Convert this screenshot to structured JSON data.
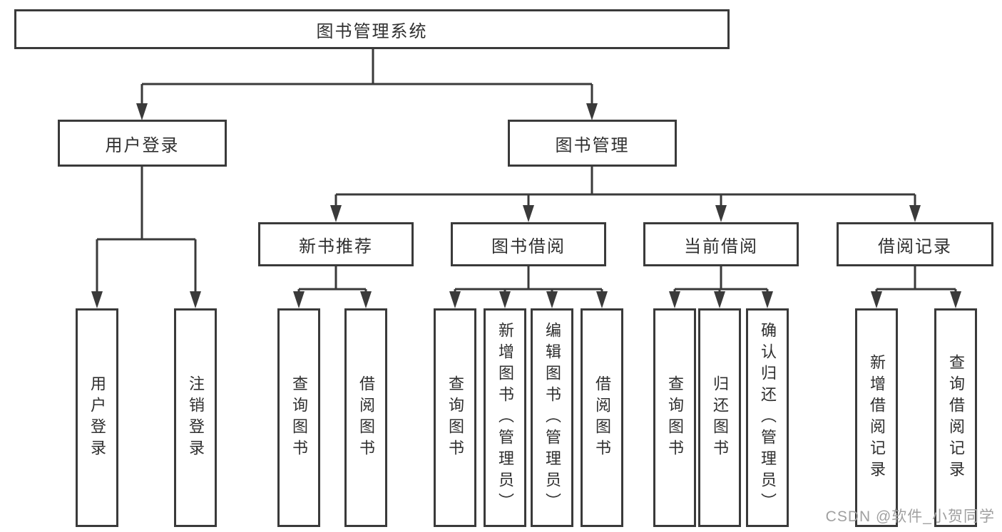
{
  "diagram": {
    "root": {
      "label": "图书管理系统"
    },
    "level1": [
      {
        "label": "用户登录"
      },
      {
        "label": "图书管理"
      }
    ],
    "level2": [
      {
        "label": "新书推荐"
      },
      {
        "label": "图书借阅"
      },
      {
        "label": "当前借阅"
      },
      {
        "label": "借阅记录"
      }
    ],
    "leaves": {
      "user_login": [
        "用户登录",
        "注销登录"
      ],
      "new_book": [
        "查询图书",
        "借阅图书"
      ],
      "book_borrow": [
        "查询图书",
        "新增图书（管理员）",
        "编辑图书（管理员）",
        "借阅图书"
      ],
      "current_borrow": [
        "查询图书",
        "归还图书",
        "确认归还（管理员）"
      ],
      "borrow_record": [
        "新增借阅记录",
        "查询借阅记录"
      ]
    }
  },
  "watermark": "CSDN @软件_小贺同学",
  "colors": {
    "line": "#3a3a3a",
    "text": "#2f2f2f",
    "watermark": "#a0a0a0"
  }
}
